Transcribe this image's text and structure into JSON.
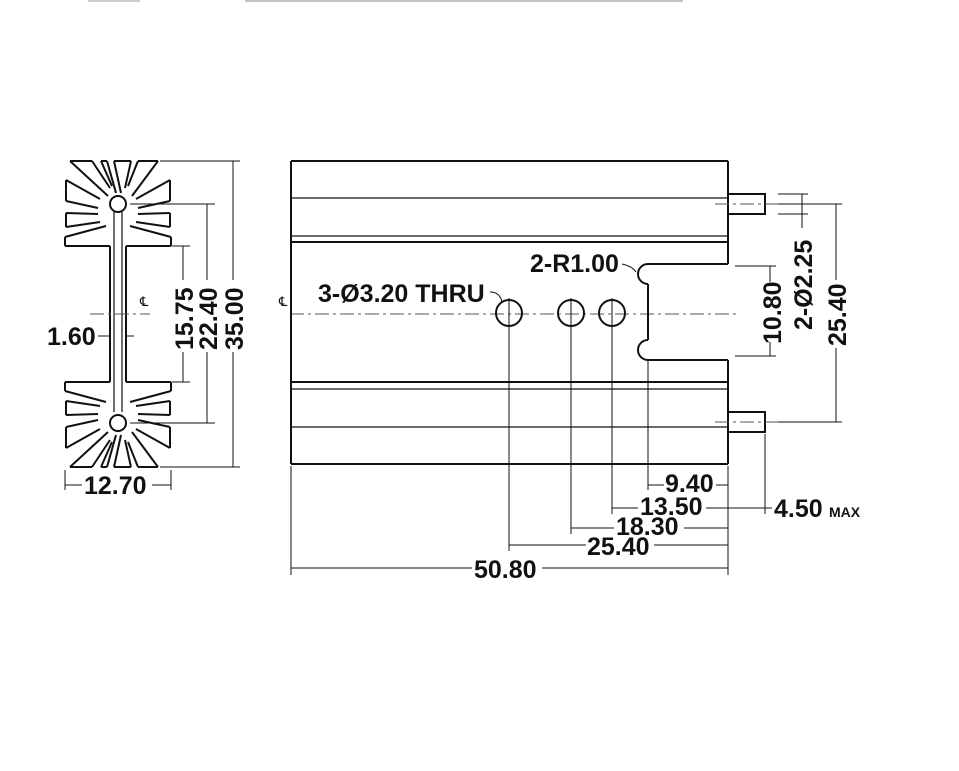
{
  "colors": {
    "line": "#111111",
    "background": "#ffffff"
  },
  "centerline_symbol": "℄",
  "end_view": {
    "dims": {
      "web_thickness": "1.60",
      "width": "12.70",
      "inner_height": "15.75",
      "hole_spacing": "22.40",
      "overall_height": "35.00"
    }
  },
  "side_view": {
    "hole_note": "3-Ø3.20 THRU",
    "radius_note": "2-R1.00",
    "dims": {
      "slot_height": "10.80",
      "pin_diameter": "2-Ø2.25",
      "pin_spacing": "25.40",
      "d1": "9.40",
      "d2": "13.50",
      "d3": "18.30",
      "d4": "25.40",
      "overall_length": "50.80",
      "pin_length": "4.50",
      "pin_length_suffix": "MAX"
    }
  }
}
